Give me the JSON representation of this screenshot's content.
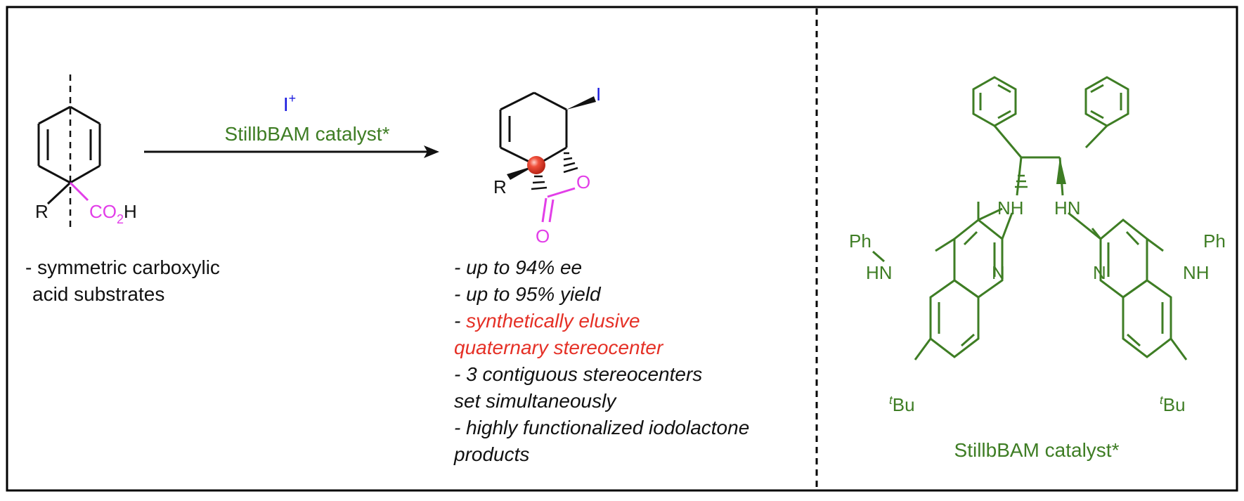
{
  "reaction": {
    "reagent_top": "I",
    "reagent_top_sup": "+",
    "catalyst_label": "StillbBAM catalyst*"
  },
  "substrate": {
    "r_label": "R",
    "acid_co": "CO",
    "acid_sub": "2",
    "acid_h": "H",
    "note_line1": "- symmetric carboxylic",
    "note_line2": "acid substrates"
  },
  "product": {
    "iodine": "I",
    "r_label": "R",
    "ring_o": "O",
    "carbonyl_o": "O",
    "bullets": [
      {
        "text": "- up to 94% ee",
        "color": "black"
      },
      {
        "text": "- up to 95% yield",
        "color": "black"
      },
      {
        "text": "- ",
        "color": "black"
      },
      {
        "text": "synthetically elusive",
        "color": "red"
      },
      {
        "text": "quaternary stereocenter",
        "color": "red"
      },
      {
        "text": "- 3 contiguous stereocenters",
        "color": "black"
      },
      {
        "text": "set simultaneously",
        "color": "black"
      },
      {
        "text": "- highly functionalized iodolactone",
        "color": "black"
      },
      {
        "text": "products",
        "color": "black"
      }
    ]
  },
  "catalyst": {
    "nh_left": "NH",
    "nh_right": "HN",
    "n_left": "N",
    "n_right": "N",
    "hn_left": "HN",
    "nh_right2": "NH",
    "ph_left": "Ph",
    "ph_right": "Ph",
    "tbu_t": "t",
    "tbu_bu": "Bu",
    "caption": "StillbBAM catalyst*"
  },
  "colors": {
    "frame": "#000000",
    "green": "#3e7d24",
    "magenta": "#e23ee8",
    "blue": "#1a1adf",
    "red": "#e53026",
    "black": "#111111"
  }
}
